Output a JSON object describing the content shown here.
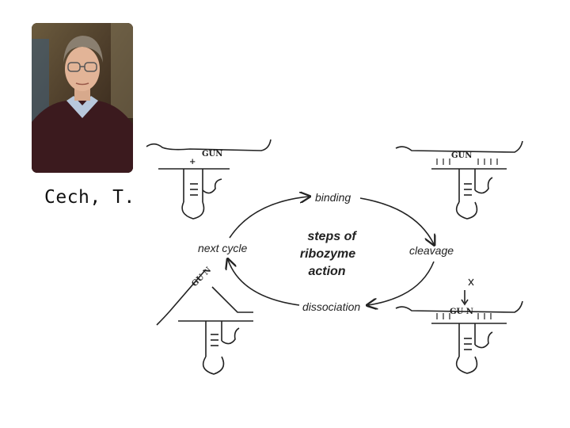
{
  "caption": "Cech, T.",
  "cycle": {
    "center": [
      "steps of",
      "ribozyme",
      "action"
    ],
    "binding": "binding",
    "cleavage": "cleavage",
    "dissociation": "dissociation",
    "next_cycle": "next cycle"
  },
  "sequences": {
    "top_left": "GUN",
    "top_right": "GUN",
    "bottom_right": "GU N",
    "bottom_left": "GU N",
    "plus": "+"
  }
}
